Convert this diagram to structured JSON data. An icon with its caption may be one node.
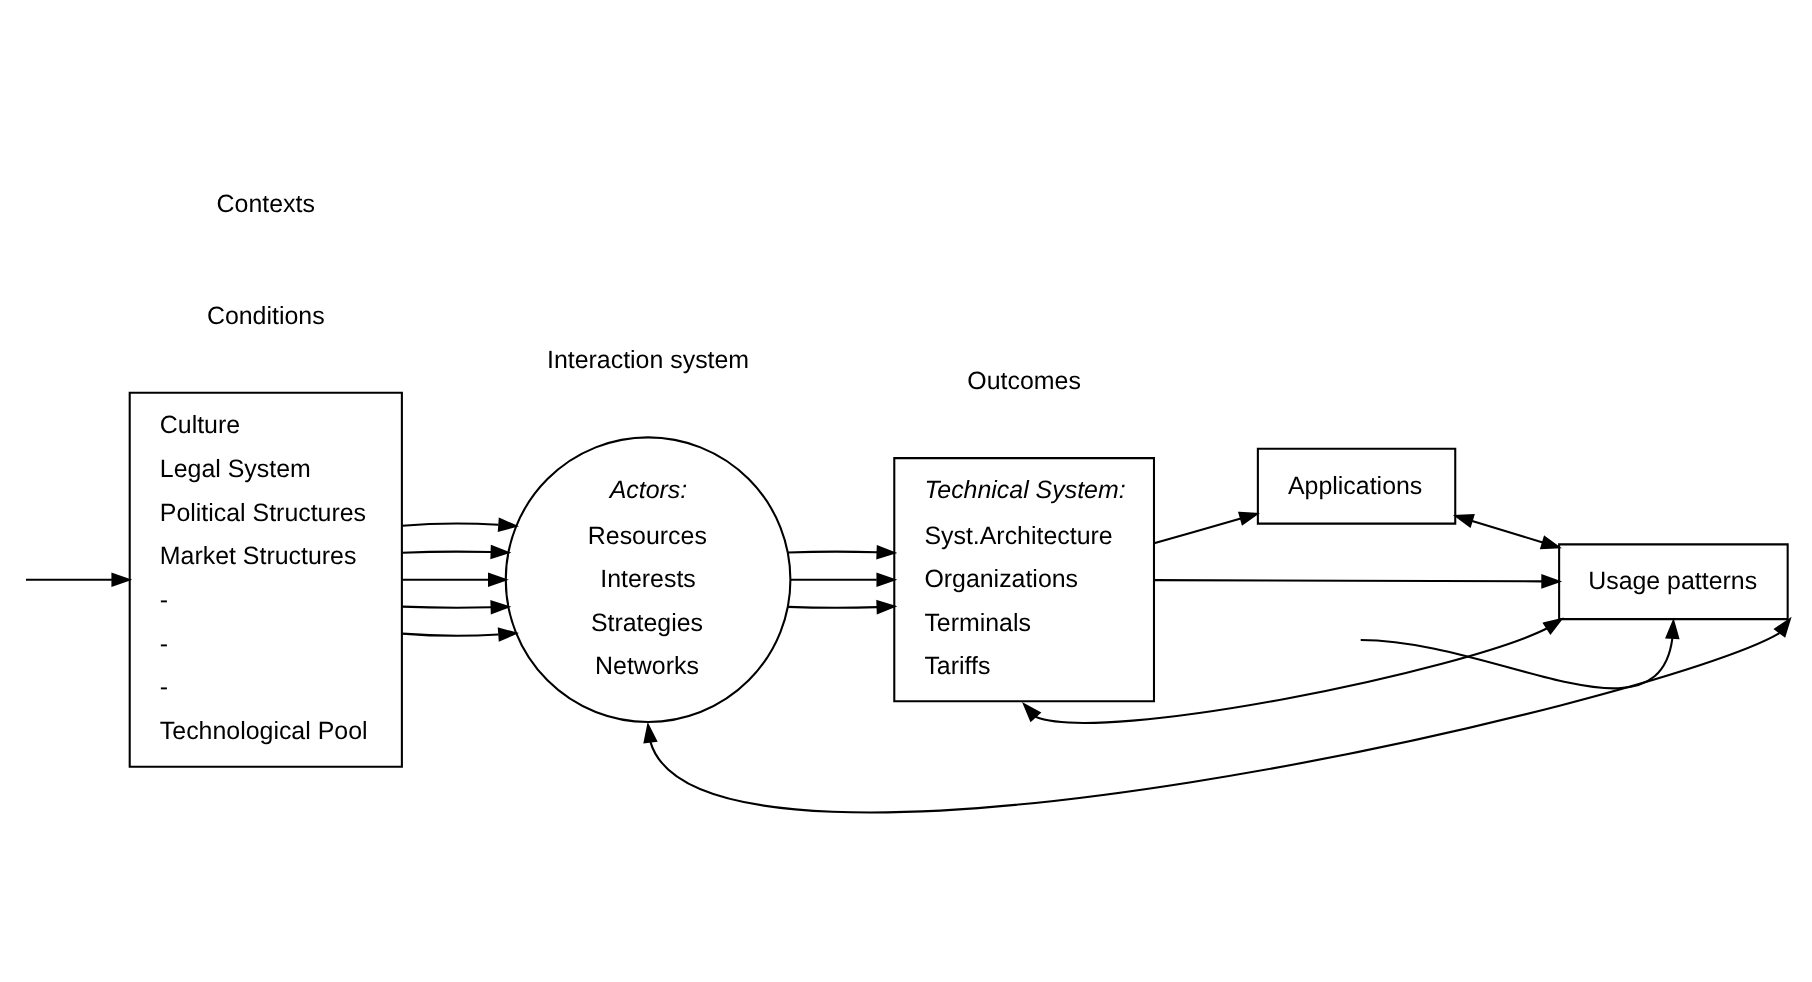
{
  "diagram": {
    "nodes": [
      {
        "text": [
          "Culture",
          "Legal System",
          "Political Structures",
          "Market Structures",
          "-",
          "-",
          "-",
          "Technological Pool"
        ]
      },
      {
        "text": [
          "Actors:",
          "Resources",
          "Interests",
          "Strategies",
          "Networks"
        ]
      },
      {
        "text": [
          "Technical System:",
          "Syst.Architecture",
          "Organizations",
          "Terminals",
          "Tariffs"
        ]
      },
      {
        "text": [
          "Applications"
        ]
      },
      {
        "text": [
          "Usage patterns"
        ]
      }
    ],
    "edges": [
      {
        "from": 0,
        "to": 1,
        "arrow": "to"
      },
      {
        "from": 0,
        "to": 1,
        "arrow": "to"
      },
      {
        "from": 0,
        "to": 1,
        "arrow": "to"
      },
      {
        "from": 0,
        "to": 1,
        "arrow": "to"
      },
      {
        "from": 0,
        "to": 1,
        "arrow": "to"
      },
      {
        "from": 1,
        "to": 2,
        "arrow": "to"
      },
      {
        "from": 1,
        "to": 2,
        "arrow": "to"
      },
      {
        "from": 1,
        "to": 2,
        "arrow": "to"
      },
      {
        "from": 2,
        "to": 3,
        "arrow": "to"
      },
      {
        "from": 2,
        "to": 4,
        "arrow": "to"
      },
      {
        "from": 3,
        "to": 4,
        "arrow": "both"
      },
      {
        "from": 4,
        "to": 2,
        "arrow": "both"
      },
      {
        "from": 4,
        "to": 1,
        "arrow": "both"
      },
      {
        "from": null,
        "to": 0,
        "arrow": "to"
      },
      {
        "from": null,
        "to": 4,
        "arrow": "to"
      }
    ],
    "labels": [
      "Contexts",
      "Conditions",
      "Interaction system",
      "Outcomes"
    ]
  }
}
